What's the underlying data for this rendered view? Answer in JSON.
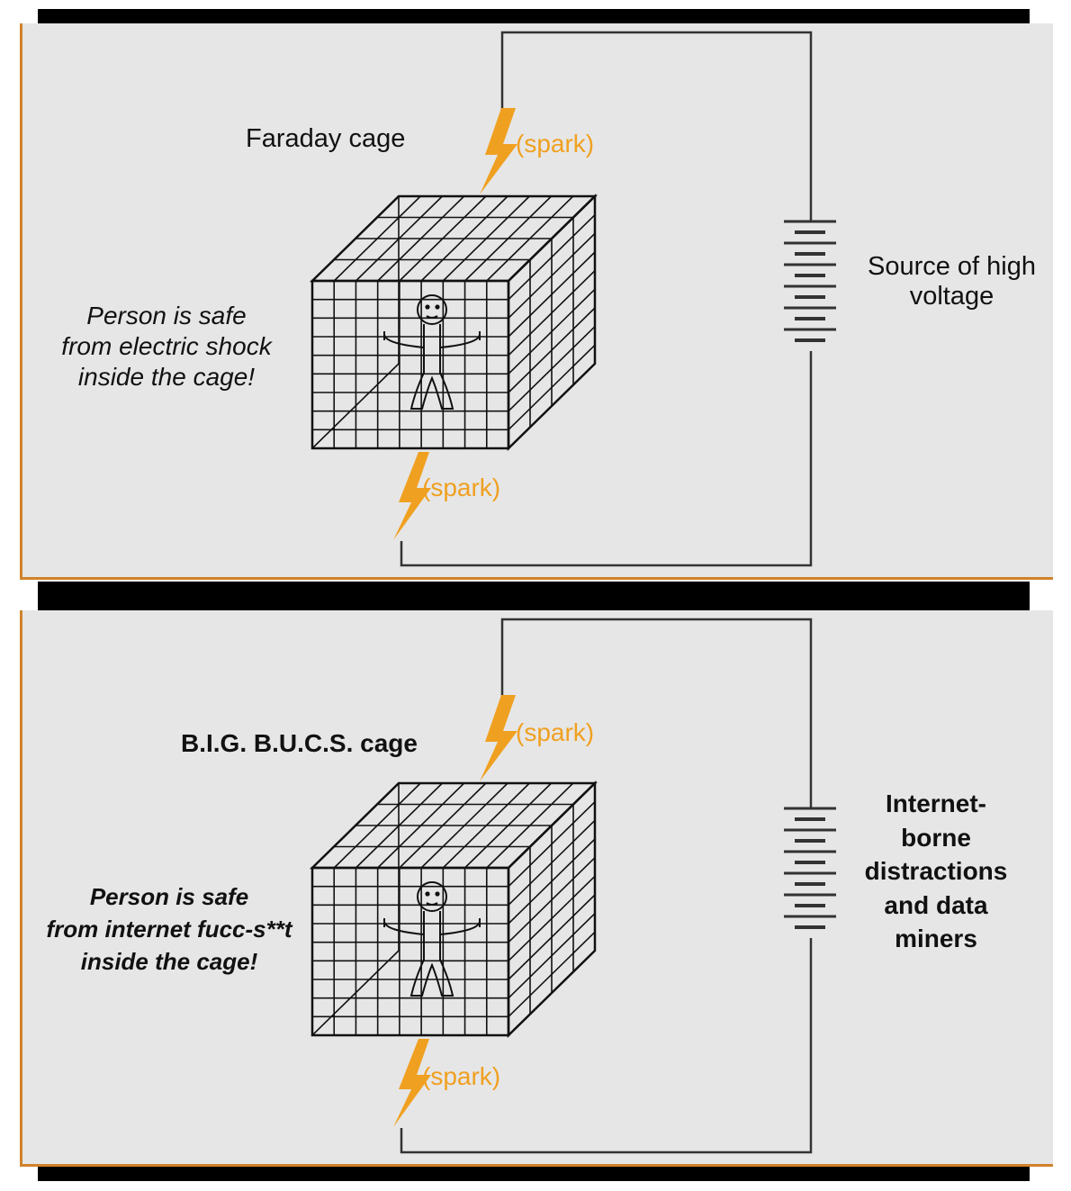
{
  "panels": [
    {
      "cage_label": "Faraday cage",
      "person_note": [
        "Person is safe",
        "from electric shock",
        "inside the cage!"
      ],
      "source_label": [
        "Source of high",
        "voltage"
      ],
      "spark_top": "(spark)",
      "spark_bottom": "(spark)"
    },
    {
      "cage_label": "B.I.G. B.U.C.S. cage",
      "person_note": [
        "Person is safe",
        "from internet fucc-s**t",
        "inside the cage!"
      ],
      "source_label": [
        "Internet-",
        "borne",
        "distractions",
        "and data",
        "miners"
      ],
      "spark_top": "(spark)",
      "spark_bottom": "(spark)"
    }
  ],
  "colors": {
    "panel_bg": "#e6e6e6",
    "frame_accent": "#d0822a",
    "spark": "#f0a020",
    "wire": "#333333",
    "bars": "#000000"
  },
  "icons": [
    "lightning-bolt-icon",
    "battery-icon",
    "stick-figure-icon",
    "wire-cage-icon"
  ]
}
